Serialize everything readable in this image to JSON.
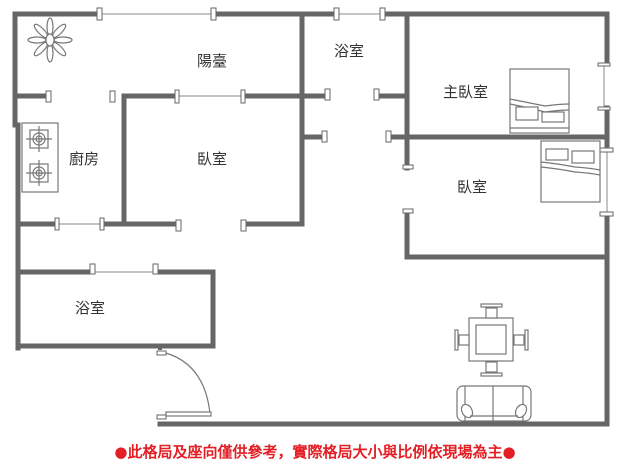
{
  "floorplan": {
    "rooms": [
      {
        "id": "balcony",
        "label": "陽臺"
      },
      {
        "id": "bathroom-top",
        "label": "浴室"
      },
      {
        "id": "master-bedroom",
        "label": "主臥室"
      },
      {
        "id": "kitchen",
        "label": "廚房"
      },
      {
        "id": "bedroom-center",
        "label": "臥室"
      },
      {
        "id": "bedroom-right",
        "label": "臥室"
      },
      {
        "id": "bathroom-bottom",
        "label": "浴室"
      }
    ],
    "icons": {
      "plant": "plant-icon",
      "stove": "stove-icon",
      "bed": "bed-icon",
      "dining_table": "dining-table-icon",
      "sofa": "sofa-icon",
      "door": "door-swing-icon"
    }
  },
  "disclaimer": {
    "text": "●此格局及座向僅供參考，實際格局大小與比例依現場為主●",
    "color": "#e31e24"
  },
  "colors": {
    "wall": "#666666",
    "label": "#333333"
  }
}
